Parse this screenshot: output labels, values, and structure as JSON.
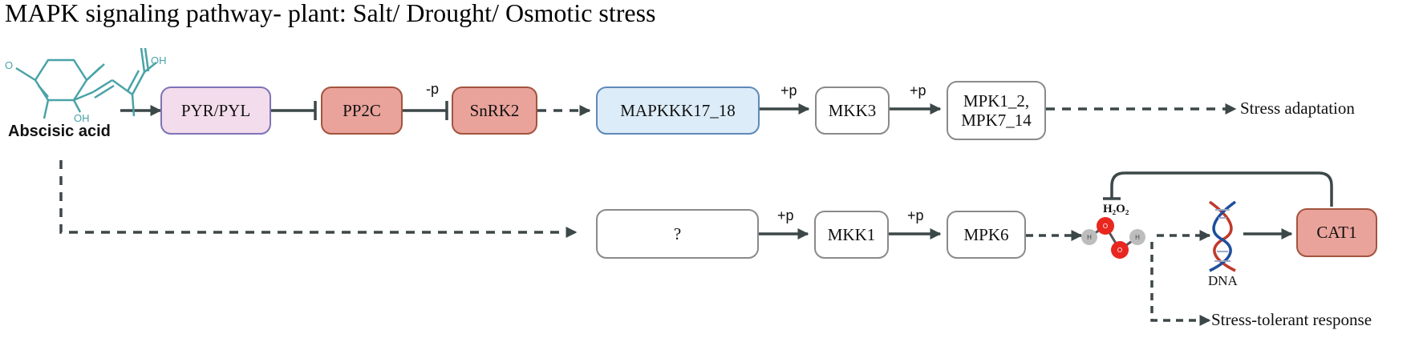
{
  "title": "MAPK signaling pathway- plant: Salt/ Drought/ Osmotic stress",
  "colors": {
    "edge": "#3c4748",
    "molecule": "#4aa3a8",
    "dna_red": "#c0392b",
    "dna_blue": "#1f4e9c"
  },
  "molecule": {
    "name": "Abscisic acid",
    "atom_labels": {
      "o": "O",
      "oh": "OH",
      "acid": "OH"
    },
    "icon": "abscisic-acid-structure-icon"
  },
  "nodes": {
    "pyr": "PYR/PYL",
    "pp2c": "PP2C",
    "snrk2": "SnRK2",
    "mapkkk": "MAPKKK17_18",
    "mkk3": "MKK3",
    "mpk1": "MPK1_2,",
    "mpk7": "MPK7_14",
    "unknown": "?",
    "mkk1": "MKK1",
    "mpk6": "MPK6",
    "cat1": "CAT1"
  },
  "edge_labels": {
    "dephos": "-p",
    "phos_mkk3": "+p",
    "phos_mpk1": "+p",
    "phos_mkk1": "+p",
    "phos_mpk6": "+p"
  },
  "outputs": {
    "adaptation": "Stress adaptation",
    "tolerance": "Stress-tolerant response"
  },
  "h2o2": {
    "label": "H₂O₂",
    "atom_h": "H",
    "atom_o": "O",
    "icon": "h2o2-molecule-icon"
  },
  "dna": {
    "label": "DNA",
    "icon": "dna-helix-icon"
  }
}
